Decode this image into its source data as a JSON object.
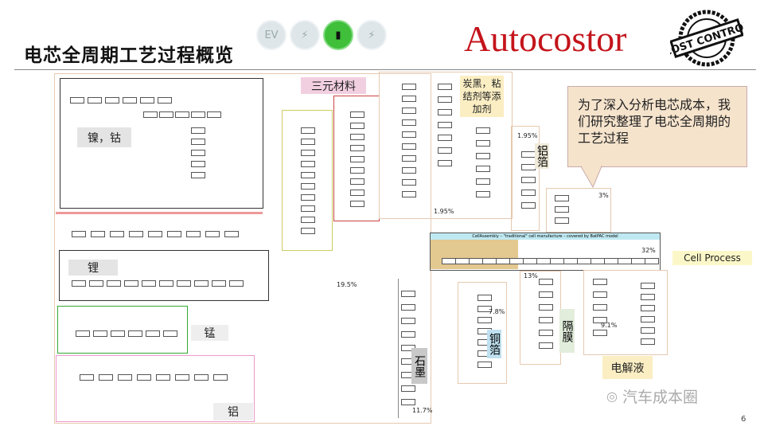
{
  "title": "电芯全周期工艺过程概览",
  "icons": [
    {
      "name": "ev-icon",
      "label": "EV"
    },
    {
      "name": "plug-icon",
      "label": "⚡"
    },
    {
      "name": "battery-icon",
      "label": "▮"
    },
    {
      "name": "charge-icon",
      "label": "⚡"
    }
  ],
  "brand": "Autocostor",
  "stamp": "COST CONTROL",
  "labels": {
    "ncm": "三元材料",
    "nico": "镍，钴",
    "li": "锂",
    "mn": "锰",
    "al": "铝",
    "graphite": "石墨",
    "carbon": "炭黑，粘结剂等添加剂",
    "al_foil": "铝箔",
    "cu_foil": "铜箔",
    "separator": "隔膜",
    "electrolyte": "电解液",
    "cell_process": "Cell Process",
    "cell_assembly": "CellAssembly – \"traditional\" cell manufacture – covered by BatPAC model"
  },
  "percentages": {
    "p195a": "19.5%",
    "p117": "11.7%",
    "p195b": "1.95%",
    "p195c": "1.95%",
    "p3": "3%",
    "p32": "32%",
    "p13": "13%",
    "p78": "7.8%",
    "p91": "9.1%"
  },
  "callout": "为了深入分析电芯成本，我们研究整理了电芯全周期的工艺过程",
  "watermark": "汽车成本圈",
  "page_number": "6"
}
